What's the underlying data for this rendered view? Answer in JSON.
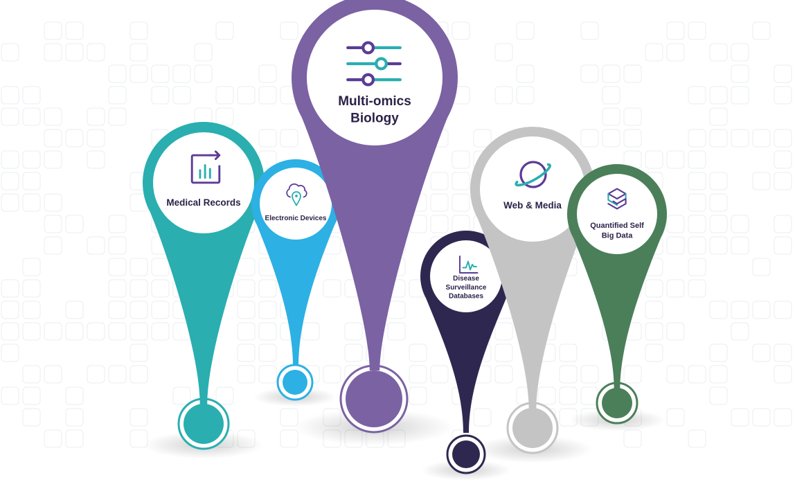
{
  "pins": [
    {
      "id": "medical-records",
      "label_lines": [
        "Medical Records"
      ],
      "color": "#2aaeb0",
      "icon": "chart-report-icon"
    },
    {
      "id": "electronic-devices",
      "label_lines": [
        "Electronic Devices"
      ],
      "color": "#2db0e4",
      "icon": "cloud-location-icon"
    },
    {
      "id": "multi-omics-biology",
      "label_lines": [
        "Multi-omics",
        "Biology"
      ],
      "color": "#7b62a3",
      "icon": "sliders-icon"
    },
    {
      "id": "disease-surveillance-databases",
      "label_lines": [
        "Disease",
        "Surveillance",
        "Databases"
      ],
      "color": "#2e2850",
      "icon": "pulse-chart-icon"
    },
    {
      "id": "web-media",
      "label_lines": [
        "Web & Media"
      ],
      "color": "#c4c4c4",
      "icon": "planet-icon"
    },
    {
      "id": "quantified-self-big-data",
      "label_lines": [
        "Quantified Self",
        "Big Data"
      ],
      "color": "#4b7f59",
      "icon": "cube-stack-icon"
    }
  ],
  "icon_colors": {
    "primary": "#5b3c96",
    "accent": "#2aaeb0"
  }
}
